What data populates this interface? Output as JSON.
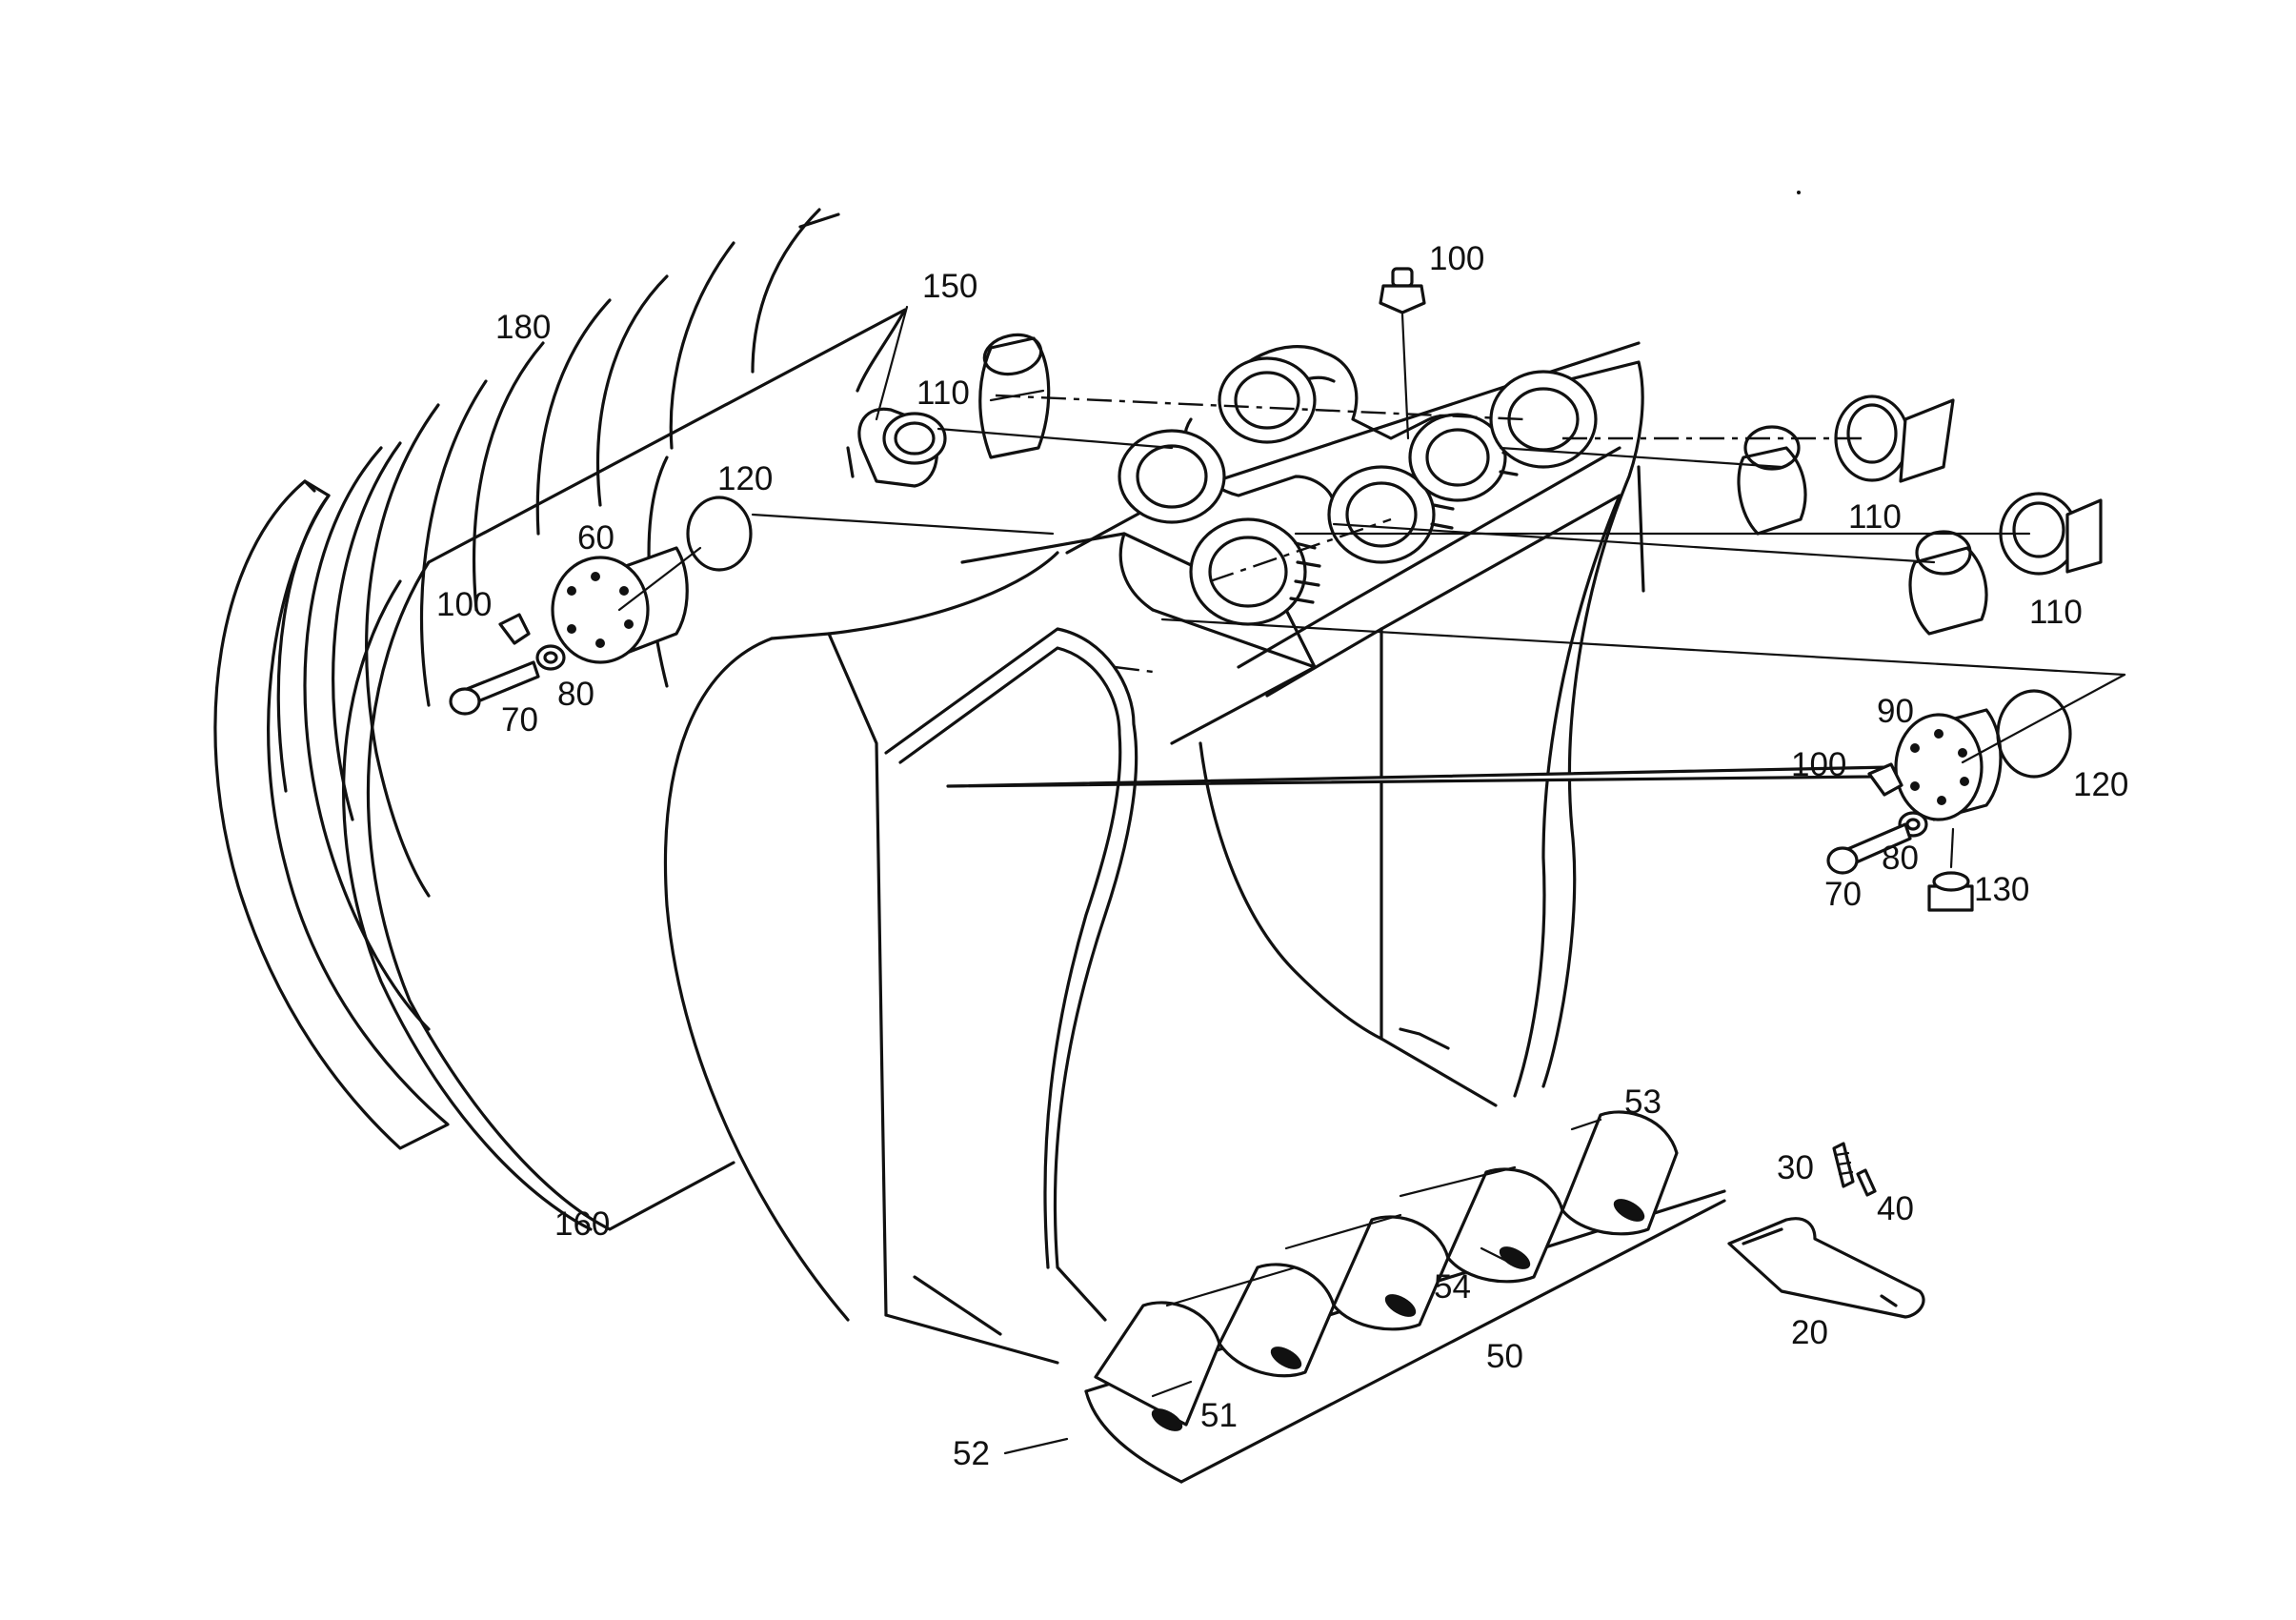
{
  "diagram": {
    "callouts": [
      {
        "id": "c180",
        "text": "180"
      },
      {
        "id": "c150",
        "text": "150"
      },
      {
        "id": "c110a",
        "text": "110"
      },
      {
        "id": "c120a",
        "text": "120"
      },
      {
        "id": "c60",
        "text": "60"
      },
      {
        "id": "c100a",
        "text": "100"
      },
      {
        "id": "c80a",
        "text": "80"
      },
      {
        "id": "c70a",
        "text": "70"
      },
      {
        "id": "c160",
        "text": "160"
      },
      {
        "id": "c100top",
        "text": "100"
      },
      {
        "id": "c110b",
        "text": "110"
      },
      {
        "id": "c110c",
        "text": "110"
      },
      {
        "id": "c90",
        "text": "90"
      },
      {
        "id": "c100b",
        "text": "100"
      },
      {
        "id": "c120b",
        "text": "120"
      },
      {
        "id": "c80b",
        "text": "80"
      },
      {
        "id": "c70b",
        "text": "70"
      },
      {
        "id": "c130",
        "text": "130"
      },
      {
        "id": "c53",
        "text": "53"
      },
      {
        "id": "c30",
        "text": "30"
      },
      {
        "id": "c40",
        "text": "40"
      },
      {
        "id": "c54",
        "text": "54"
      },
      {
        "id": "c50",
        "text": "50"
      },
      {
        "id": "c20",
        "text": "20"
      },
      {
        "id": "c51",
        "text": "51"
      },
      {
        "id": "c52",
        "text": "52"
      }
    ]
  }
}
